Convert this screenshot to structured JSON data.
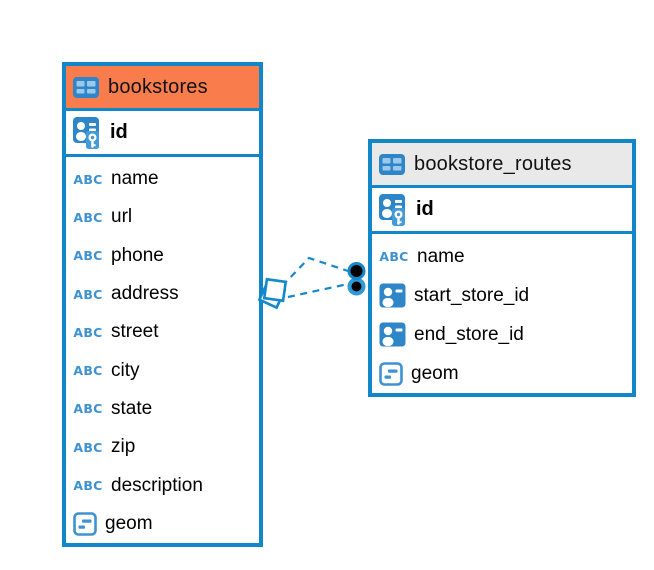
{
  "canvas": {
    "background": "#ffffff"
  },
  "colors": {
    "table_border": "#1187C9",
    "connector_blue": "#1389CB",
    "icon_blue": "#2E86C8",
    "icon_cell_blue": "#9CC9EA",
    "type_icon_blue": "#3E92D1",
    "bookstores_header_orange": "#F97C4D",
    "routes_header_gray": "#E9E9E9",
    "connector_dot_fill": "#000000"
  },
  "icons": {
    "text_type_label": "ABC"
  },
  "tables": {
    "bookstores": {
      "title": "bookstores",
      "primary_key": {
        "name": "id",
        "icon": "primary-key-icon"
      },
      "fields": [
        {
          "name": "name",
          "type": "text"
        },
        {
          "name": "url",
          "type": "text"
        },
        {
          "name": "phone",
          "type": "text"
        },
        {
          "name": "address",
          "type": "text"
        },
        {
          "name": "street",
          "type": "text"
        },
        {
          "name": "city",
          "type": "text"
        },
        {
          "name": "state",
          "type": "text"
        },
        {
          "name": "zip",
          "type": "text"
        },
        {
          "name": "description",
          "type": "text"
        },
        {
          "name": "geom",
          "type": "geometry"
        }
      ]
    },
    "bookstore_routes": {
      "title": "bookstore_routes",
      "primary_key": {
        "name": "id",
        "icon": "primary-key-icon"
      },
      "fields": [
        {
          "name": "name",
          "type": "text"
        },
        {
          "name": "start_store_id",
          "type": "reference"
        },
        {
          "name": "end_store_id",
          "type": "reference"
        },
        {
          "name": "geom",
          "type": "geometry"
        }
      ]
    }
  },
  "relationships": [
    {
      "from_table": "bookstores",
      "to_table": "bookstore_routes",
      "line_style": "dashed",
      "color": "#1389CB",
      "lines": 2
    }
  ]
}
